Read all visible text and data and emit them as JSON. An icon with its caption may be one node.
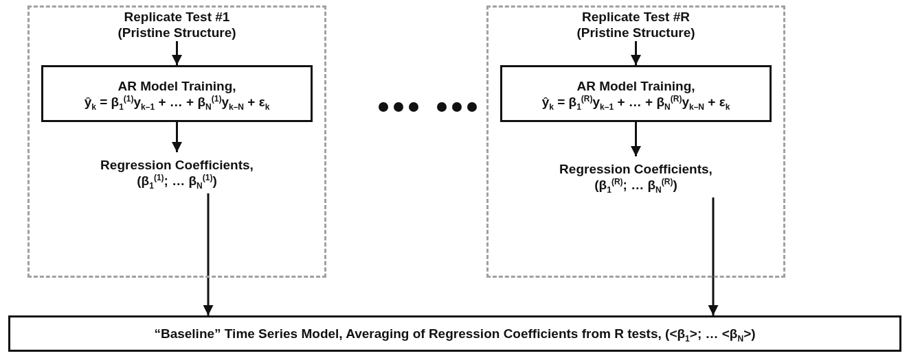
{
  "diagram": {
    "nodes": [
      {
        "text": [],
        "shape": "box"
      },
      {
        "text": [
          "Replicate Test #1",
          "(Pristine Structure)"
        ],
        "in": 0
      },
      {
        "text": [
          "AR Model Training,",
          "ŷ$_{k}$ = β$_{1}$$^{(1)}$y$_{k–1}$ + … + β$_{N}$$^{(1)}$y$_{k–N}$ + ε$_{k}$"
        ],
        "in": 0
      },
      {
        "text": [
          "Regression Coefficients,",
          "(β$_{1}$$^{(1)}$; … β$_{N}$$^{(1)}$)"
        ],
        "in": 0
      },
      {
        "text": [],
        "shape": "box"
      },
      {
        "text": [
          "Replicate Test #R",
          "(Pristine Structure)"
        ],
        "in": 4
      },
      {
        "text": [
          "AR Model Training,",
          "ŷ$_{k}$ = β$_{1}$$^{(R)}$y$_{k–1}$ + … + β$_{N}$$^{(R)}$y$_{k–N}$ + ε$_{k}$"
        ],
        "in": 4
      },
      {
        "text": [
          "Regression Coefficients,",
          "(β$_{1}$$^{(R)}$; … β$_{N}$$^{(R)}$)"
        ],
        "in": 4
      },
      {
        "text": [
          "“Baseline” Time Series Model, Averaging of Regression Coefficients from R tests, (<β$_{1}$>; … <β$_{N}$>)"
        ]
      }
    ],
    "edges": [
      {
        "from": 1,
        "to": 2,
        "arrow": "to"
      },
      {
        "from": 2,
        "to": 3,
        "arrow": "to"
      },
      {
        "from": 3,
        "to": 8,
        "arrow": "to"
      },
      {
        "from": 5,
        "to": 6,
        "arrow": "to"
      },
      {
        "from": 6,
        "to": 7,
        "arrow": "to"
      },
      {
        "from": 7,
        "to": 8,
        "arrow": "to"
      }
    ]
  }
}
